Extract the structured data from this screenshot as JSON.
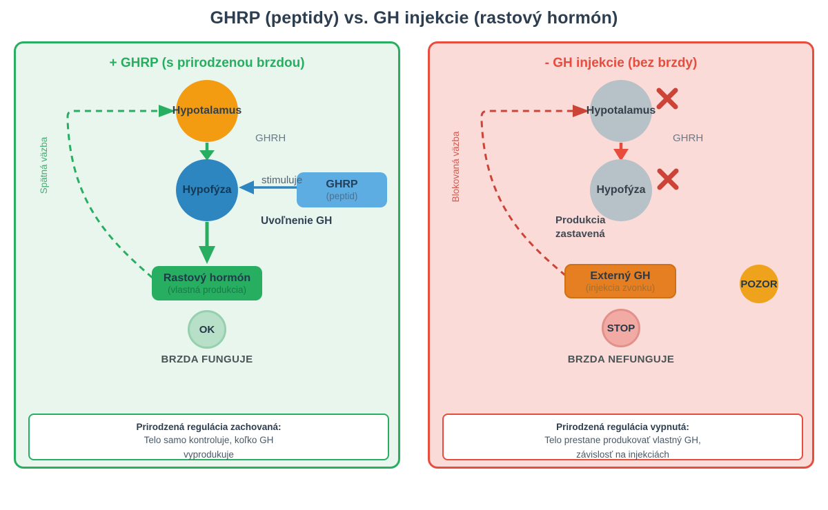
{
  "title": "GHRP (peptidy) vs. GH injekcie (rastový hormón)",
  "left": {
    "header": "+ GHRP (s prirodzenou brzdou)",
    "feedback_label": "Spätná väzba",
    "hypothalamus": "Hypotalamus",
    "ghrh": "GHRH",
    "pituitary": "Hypofýza",
    "ghrp_title": "GHRP",
    "ghrp_subtitle": "(peptid)",
    "stimulates": "stimuluje",
    "gh_release": "Uvoľnenie GH",
    "gh_title": "Rastový hormón",
    "gh_subtitle": "(vlastná produkcia)",
    "ok_badge": "OK",
    "brake": "BRZDA FUNGUJE",
    "note_title": "Prirodzená regulácia zachovaná:",
    "note_line1": "Telo samo kontroluje, koľko GH",
    "note_line2": "vyprodukuje"
  },
  "right": {
    "header": "- GH injekcie (bez brzdy)",
    "feedback_label": "Blokovaná väzba",
    "hypothalamus": "Hypotalamus",
    "ghrh": "GHRH",
    "pituitary": "Hypofýza",
    "x_mark": "✕",
    "production_line1": "Produkcia",
    "production_line2": "zastavená",
    "ext_title": "Externý GH",
    "ext_subtitle": "(injekcia zvonku)",
    "pozor_badge": "POZOR",
    "stop_badge": "STOP",
    "brake": "BRZDA NEFUNGUJE",
    "note_title": "Prirodzená regulácia vypnutá:",
    "note_line1": "Telo prestane produkovať vlastný GH,",
    "note_line2": "závislosť na injekciách"
  },
  "colors": {
    "green_accent": "#27ae60",
    "red_accent": "#e74c3c",
    "dashed_red": "#cb4437",
    "orange_node": "#f39c12",
    "blue_node": "#2e86c1",
    "light_blue_box": "#5dade2",
    "external_orange": "#e67e22",
    "pozor_orange": "#efa31d",
    "gray_node": "#b7c1c8",
    "left_bg": "#e8f6ee",
    "right_bg": "#fadbd8",
    "title_text": "#2c3e50"
  }
}
